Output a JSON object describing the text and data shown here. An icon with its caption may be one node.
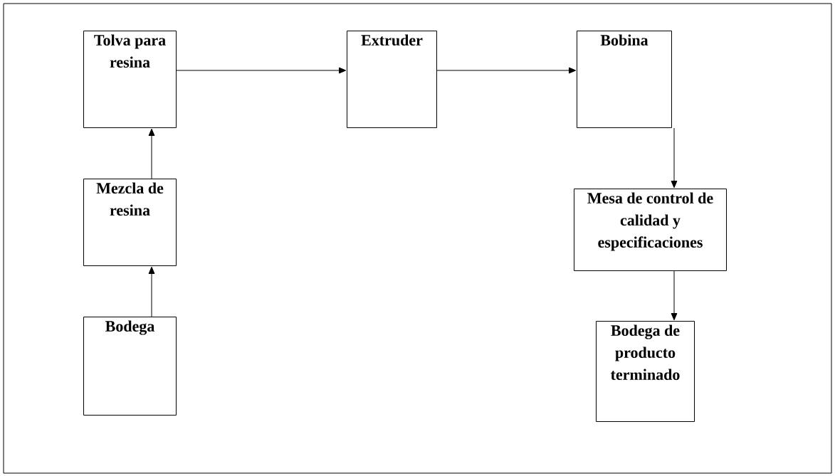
{
  "diagram": {
    "nodes": [
      {
        "text": [
          "Tolva para resina"
        ]
      },
      {
        "text": [
          "Extruder"
        ]
      },
      {
        "text": [
          "Bobina"
        ]
      },
      {
        "text": [
          "Mezcla de resina"
        ]
      },
      {
        "text": [
          "Bodega"
        ]
      },
      {
        "text": [
          "Mesa de control de calidad y especificaciones"
        ]
      },
      {
        "text": [
          "Bodega de producto terminado"
        ]
      }
    ],
    "edges": [
      {
        "from": 4,
        "to": 3,
        "arrow": "to"
      },
      {
        "from": 3,
        "to": 0,
        "arrow": "to"
      },
      {
        "from": 0,
        "to": 1,
        "arrow": "to"
      },
      {
        "from": 1,
        "to": 2,
        "arrow": "to"
      },
      {
        "from": 2,
        "to": 5,
        "arrow": "to"
      },
      {
        "from": 5,
        "to": 6,
        "arrow": "to"
      }
    ]
  }
}
